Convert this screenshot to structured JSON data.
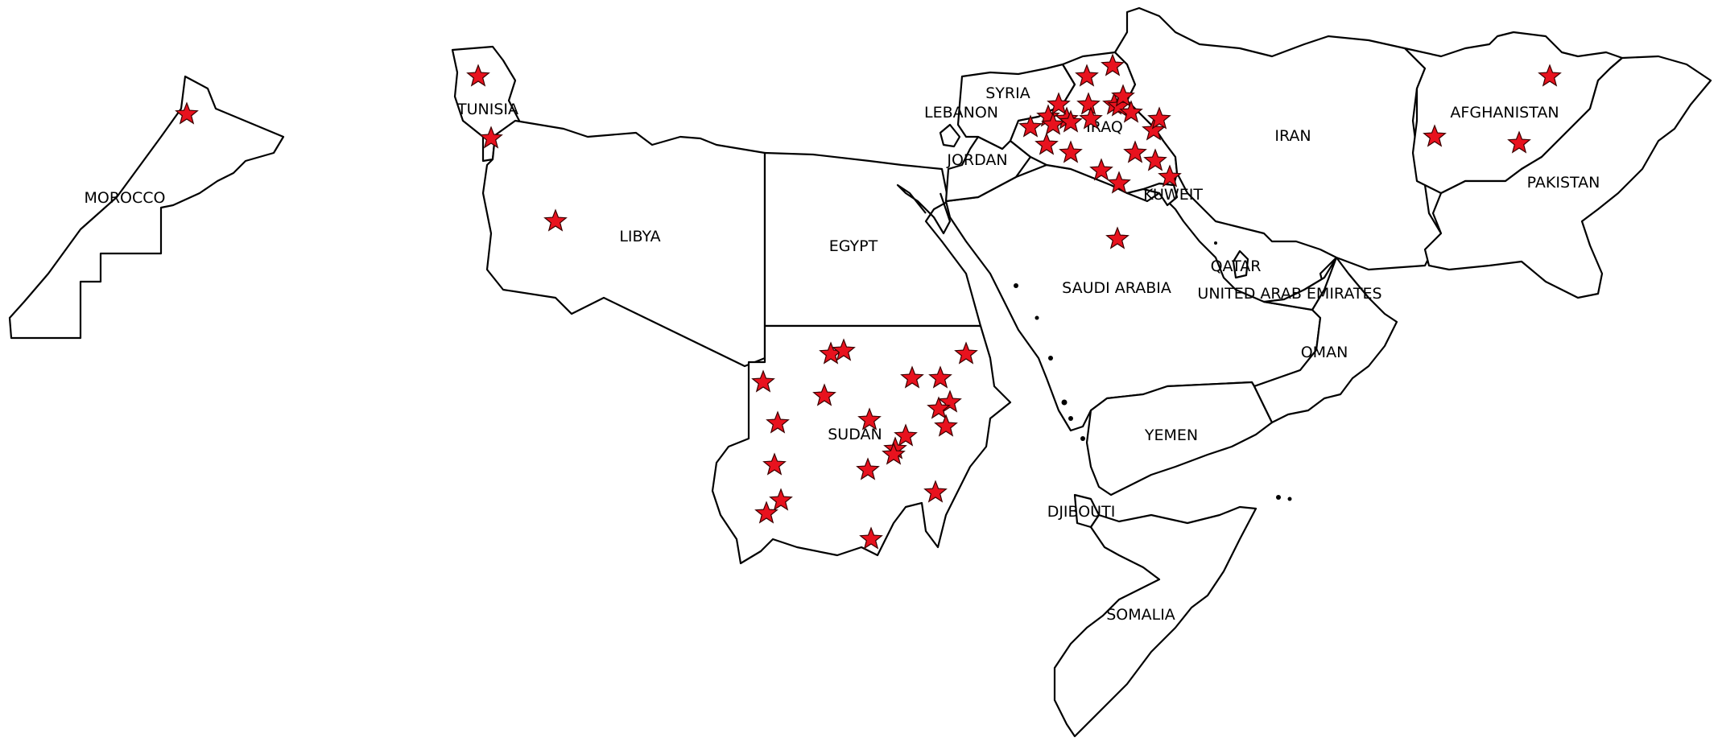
{
  "map": {
    "colors": {
      "marker_fill": "#e8121e",
      "marker_stroke": "#3a0000",
      "border": "#000000",
      "land": "#ffffff",
      "background": "#ffffff"
    },
    "marker_icon": "red-star-icon",
    "countries": [
      {
        "name": "MOROCCO"
      },
      {
        "name": "TUNISIA"
      },
      {
        "name": "LIBYA"
      },
      {
        "name": "EGYPT"
      },
      {
        "name": "SUDAN"
      },
      {
        "name": "SYRIA"
      },
      {
        "name": "LEBANON"
      },
      {
        "name": "JORDAN"
      },
      {
        "name": "IRAQ"
      },
      {
        "name": "KUWEIT"
      },
      {
        "name": "SAUDI ARABIA"
      },
      {
        "name": "QATAR"
      },
      {
        "name": "UNITED ARAB EMIRATES"
      },
      {
        "name": "OMAN"
      },
      {
        "name": "YEMEN"
      },
      {
        "name": "DJIBOUTI"
      },
      {
        "name": "SOMALIA"
      },
      {
        "name": "IRAN"
      },
      {
        "name": "AFGHANISTAN"
      },
      {
        "name": "PAKISTAN"
      }
    ],
    "markers_per_country": {
      "MOROCCO": 1,
      "TUNISIA": 2,
      "LIBYA": 1,
      "SUDAN": 21,
      "IRAQ": 23,
      "SAUDI ARABIA": 1,
      "AFGHANISTAN": 3
    }
  }
}
